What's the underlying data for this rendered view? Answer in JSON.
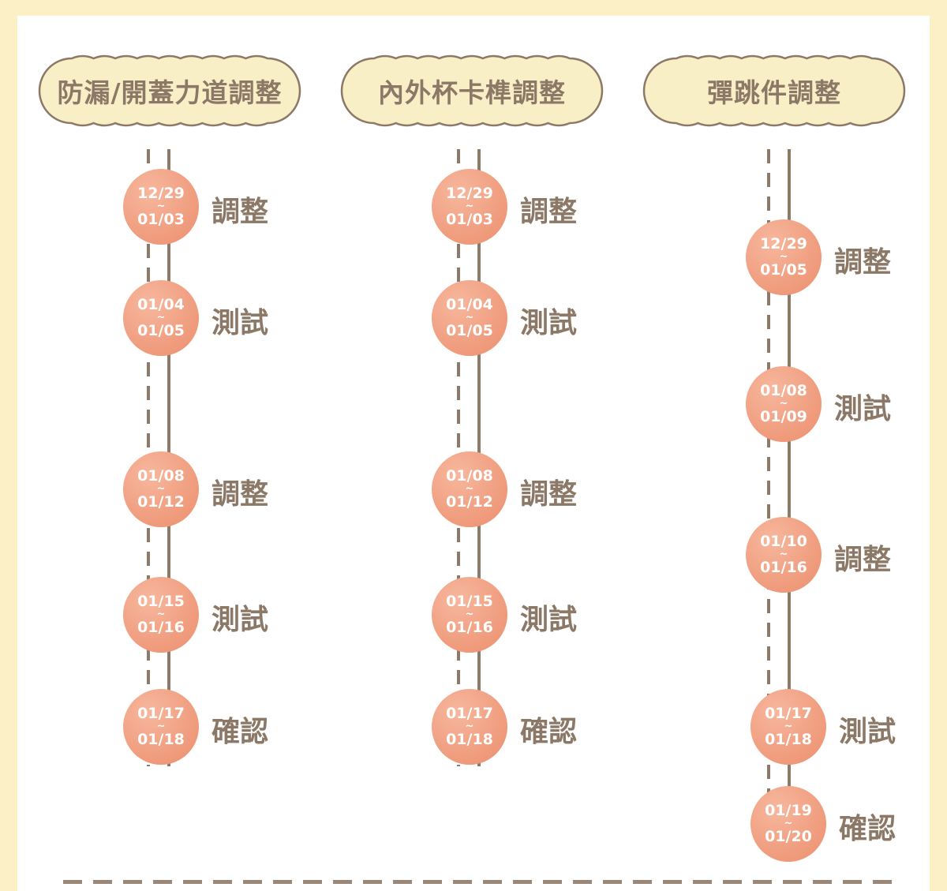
{
  "columns": [
    {
      "title": "防漏/開蓋力道調整",
      "steps": [
        {
          "start": "12/29",
          "end": "01/03",
          "label": "調整"
        },
        {
          "start": "01/04",
          "end": "01/05",
          "label": "測試"
        },
        {
          "start": "01/08",
          "end": "01/12",
          "label": "調整"
        },
        {
          "start": "01/15",
          "end": "01/16",
          "label": "測試"
        },
        {
          "start": "01/17",
          "end": "01/18",
          "label": "確認"
        }
      ]
    },
    {
      "title": "內外杯卡榫調整",
      "steps": [
        {
          "start": "12/29",
          "end": "01/03",
          "label": "調整"
        },
        {
          "start": "01/04",
          "end": "01/05",
          "label": "測試"
        },
        {
          "start": "01/08",
          "end": "01/12",
          "label": "調整"
        },
        {
          "start": "01/15",
          "end": "01/16",
          "label": "測試"
        },
        {
          "start": "01/17",
          "end": "01/18",
          "label": "確認"
        }
      ]
    },
    {
      "title": "彈跳件調整",
      "steps": [
        {
          "start": "12/29",
          "end": "01/05",
          "label": "調整"
        },
        {
          "start": "01/08",
          "end": "01/09",
          "label": "測試"
        },
        {
          "start": "01/10",
          "end": "01/16",
          "label": "調整"
        },
        {
          "start": "01/17",
          "end": "01/18",
          "label": "測試"
        },
        {
          "start": "01/19",
          "end": "01/20",
          "label": "確認"
        }
      ]
    }
  ],
  "range_separator": "~",
  "colors": {
    "background": "#fbf0c6",
    "header_fill": "#f8efc6",
    "header_stroke": "#8b7867",
    "node_fill": "#ef9a7b",
    "text": "#8b7867"
  }
}
